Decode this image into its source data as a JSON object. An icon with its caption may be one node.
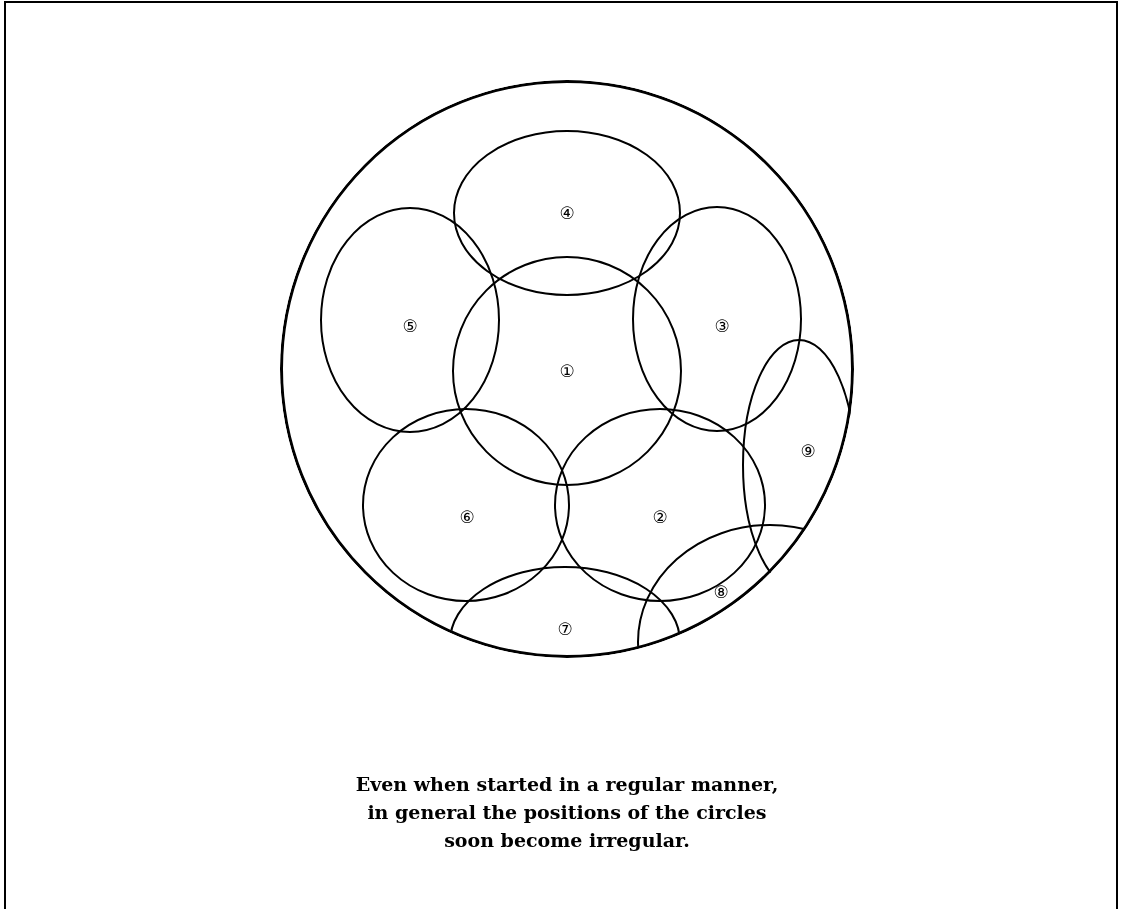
{
  "diagram": {
    "caption": "Even when started in a regular manner, in general the positions of the circles soon become irregular.",
    "nodes": [
      {
        "text": [],
        "shape": "circle"
      },
      {
        "text": [
          "④"
        ],
        "in": 0
      },
      {
        "text": [
          "⑤"
        ],
        "in": 0
      },
      {
        "text": [
          "①"
        ],
        "in": 0
      },
      {
        "text": [
          "③"
        ],
        "in": 0
      },
      {
        "text": [
          "⑨"
        ],
        "in": 0
      },
      {
        "text": [
          "⑥"
        ],
        "in": 0
      },
      {
        "text": [
          "②"
        ],
        "in": 0
      },
      {
        "text": [
          "⑧"
        ]
      },
      {
        "text": [
          "⑦"
        ]
      }
    ],
    "edges": []
  }
}
